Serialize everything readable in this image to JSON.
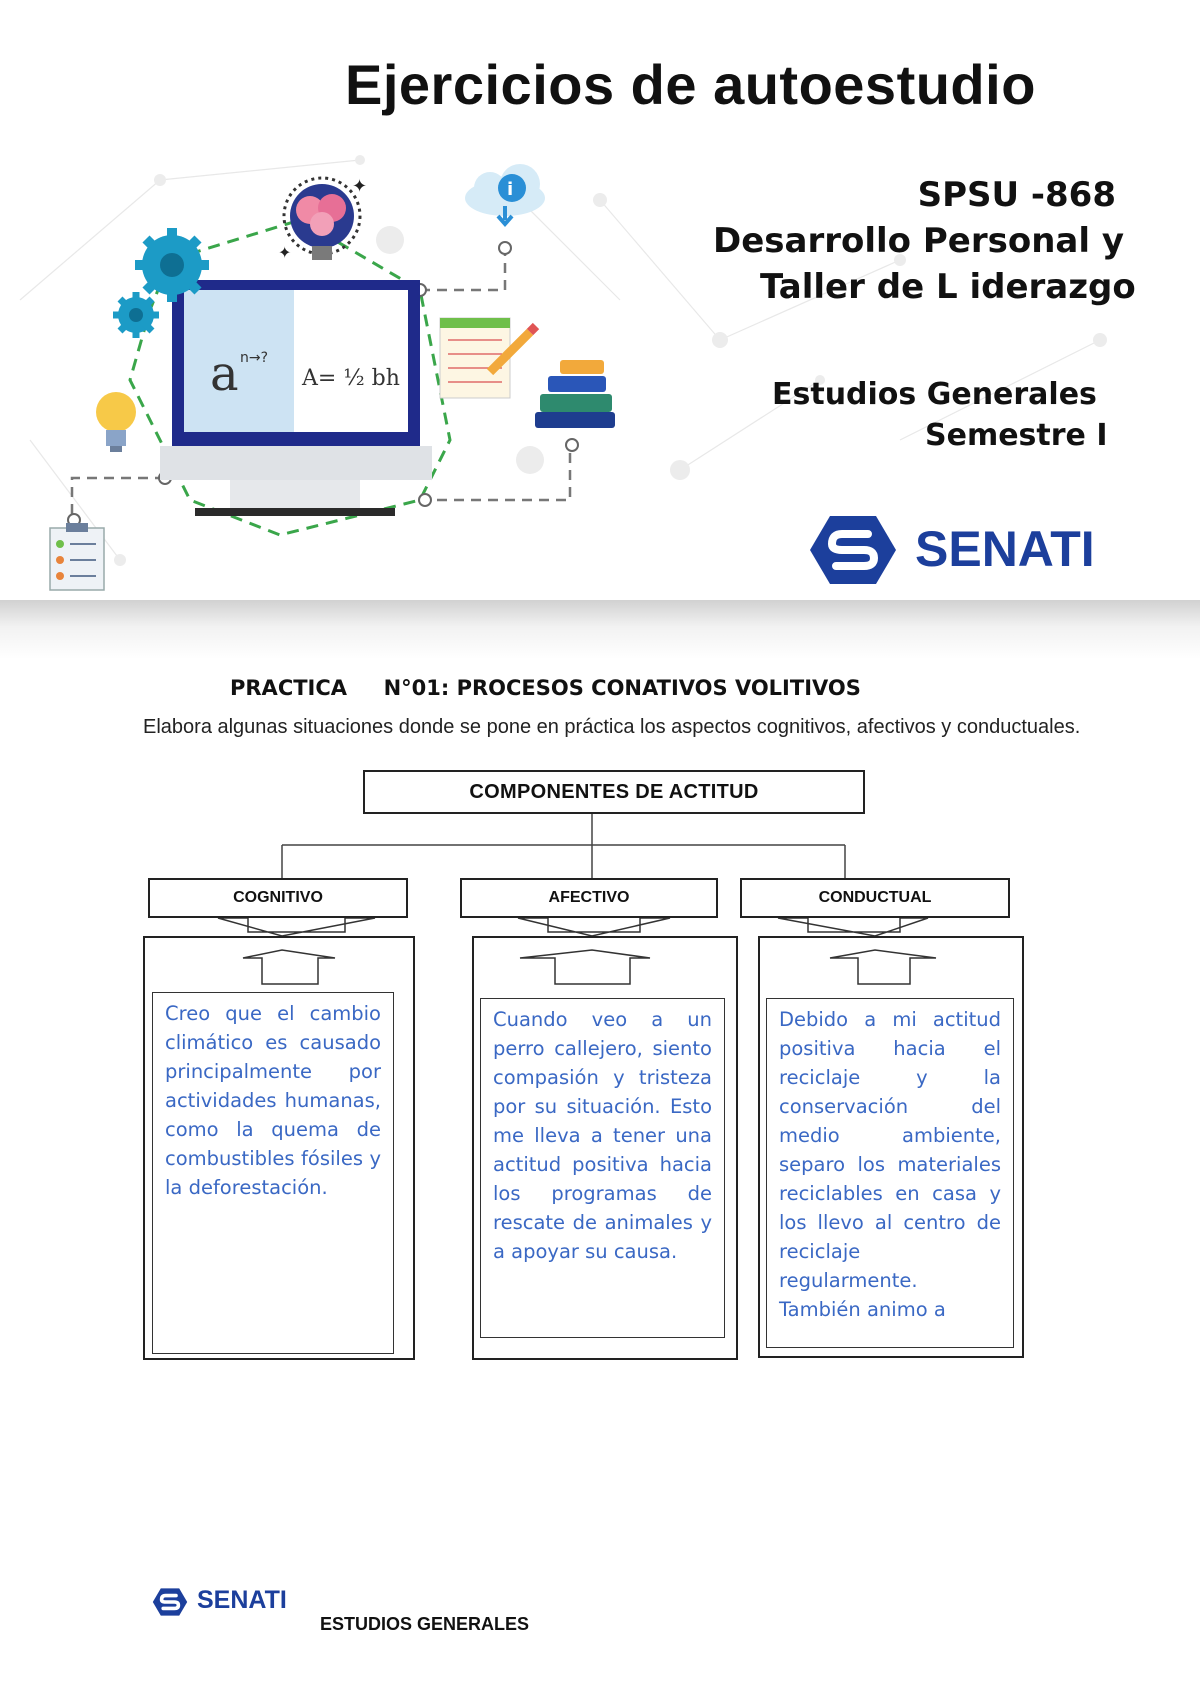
{
  "header": {
    "title": "Ejercicios de autoestudio",
    "code": "SPSU  -868",
    "course_line1": "Desarrollo   Personal y",
    "course_line2": "Taller de  L iderazgo",
    "dept": "Estudios Generales",
    "semester": "Semestre I",
    "brand": "SENATI"
  },
  "practice": {
    "heading": "PRACTICA     N°01: PROCESOS CONATIVOS VOLITIVOS",
    "instructions": "Elabora algunas situaciones donde se pone en práctica los aspectos cognitivos, afectivos y conductuales."
  },
  "diagram": {
    "root": "COMPONENTES DE ACTITUD",
    "columns": [
      {
        "label": "COGNITIVO",
        "text": "Creo que el cambio climático es causado principalmente por actividades humanas, como la quema de combustibles fósiles y la deforestación."
      },
      {
        "label": "AFECTIVO",
        "text": "Cuando veo a un perro callejero, siento compasión y tristeza por su situación. Esto me lleva a tener una actitud positiva hacia los programas de rescate de animales y a apoyar su causa."
      },
      {
        "label": "CONDUCTUAL",
        "text": "Debido a mi actitud positiva hacia el reciclaje y la conservación del medio ambiente, separo los materiales reciclables en casa y los llevo al centro de reciclaje regularmente. También animo a"
      }
    ]
  },
  "footer": {
    "brand": "SENATI",
    "label": "ESTUDIOS GENERALES"
  },
  "colors": {
    "brand_blue": "#1c3f9c",
    "response_text": "#3a68c4",
    "dotted_path_green": "#3aa64a",
    "gear_teal": "#1c9bc6"
  },
  "icons": [
    "brain-bulb-icon",
    "gear-icon",
    "info-cloud-icon",
    "monitor-icon",
    "notepad-pencil-icon",
    "books-icon",
    "lightbulb-icon",
    "checklist-icon",
    "senati-logo-icon"
  ]
}
